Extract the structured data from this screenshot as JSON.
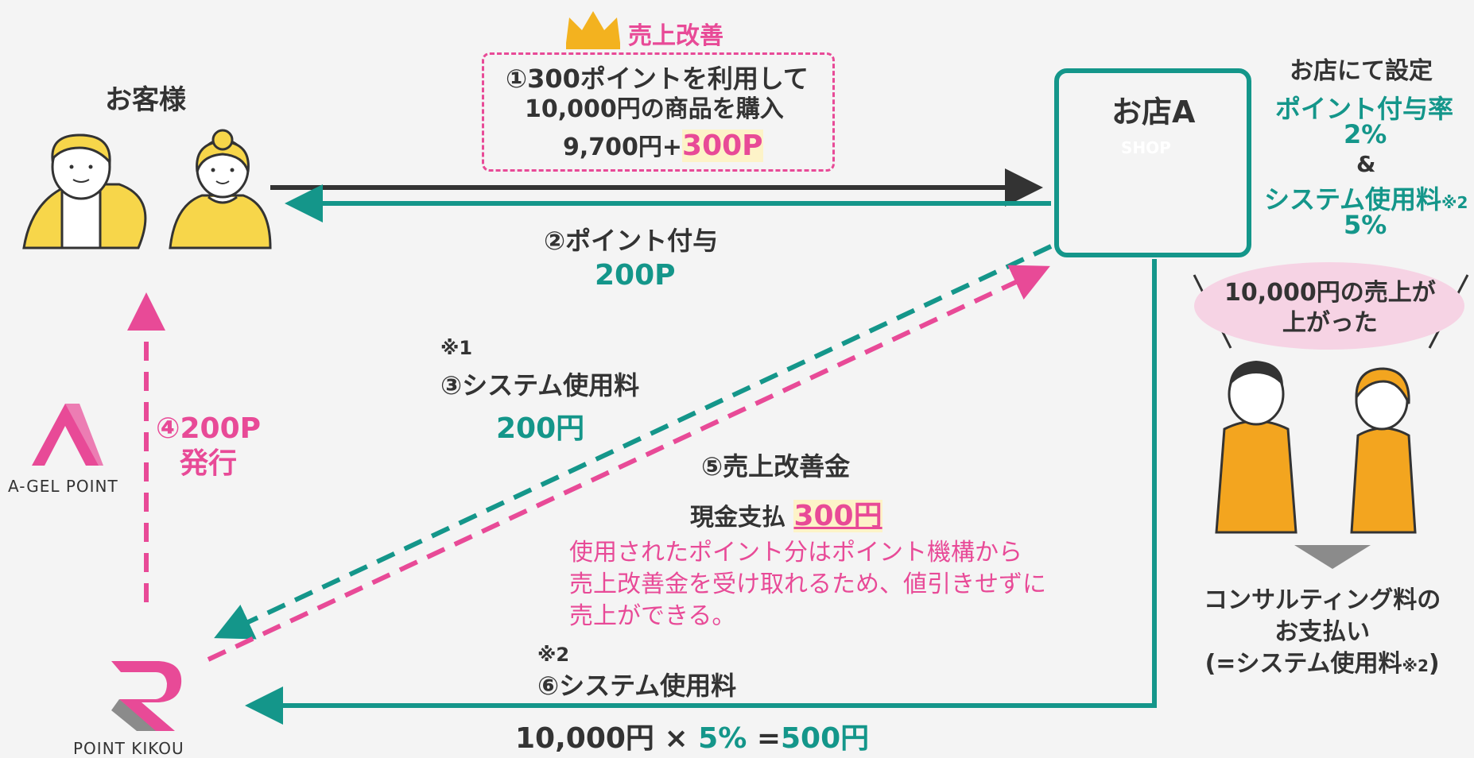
{
  "customer": {
    "title": "お客様"
  },
  "crown": {
    "title": "売上改善"
  },
  "purchase": {
    "line1": "①300ポイントを利用して",
    "line2": "10,000円の商品を購入",
    "amount_prefix": "9,700円+",
    "amount_points": "300P"
  },
  "shop": {
    "title": "お店A",
    "sign": "SHOP"
  },
  "settings": {
    "title": "お店にて設定",
    "rate_label": "ポイント付与率",
    "rate_value": "2%",
    "amp": "&",
    "fee_label": "システム使用料",
    "fee_note": "※2",
    "fee_value": "5%"
  },
  "point_give": {
    "label": "②ポイント付与",
    "value": "200P"
  },
  "sysfee3": {
    "note": "※1",
    "label": "③システム使用料",
    "value": "200円"
  },
  "issue": {
    "line1": "④200P",
    "line2": "発行"
  },
  "improve": {
    "label": "⑤売上改善金",
    "cash_prefix": "現金支払",
    "cash_value": "300円",
    "explain1": "使用されたポイント分はポイント機構から",
    "explain2": "売上改善金を受け取れるため、値引きせずに",
    "explain3": "売上ができる。"
  },
  "sysfee6": {
    "note": "※2",
    "label": "⑥システム使用料",
    "calc_base": "10,000円 × ",
    "calc_rate": "5%",
    "calc_eq": " =",
    "calc_result": "500円"
  },
  "bubble": {
    "line1": "10,000円の売上が",
    "line2": "上がった"
  },
  "consult": {
    "line1": "コンサルティング料の",
    "line2": "お支払い",
    "line3": "(=システム使用料",
    "line3_note": "※2",
    "line3_end": ")"
  },
  "logos": {
    "agel": "A-GEL POINT",
    "kikou": "POINT KIKOU"
  },
  "colors": {
    "teal": "#14968a",
    "pink": "#e84a97",
    "dark": "#333333",
    "yellow": "#f7d64a",
    "orange": "#f3a51f"
  }
}
